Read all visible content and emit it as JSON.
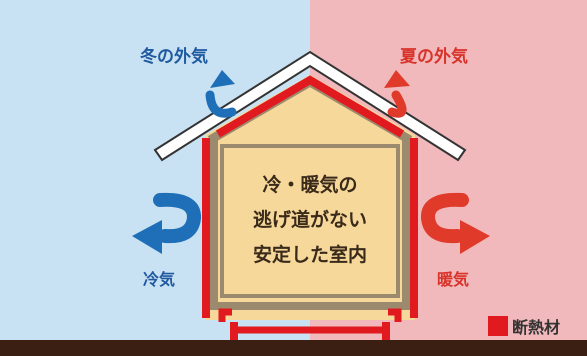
{
  "labels": {
    "winter_outside": "冬の外気",
    "summer_outside": "夏の外気",
    "cool_air": "冷気",
    "warm_air": "暖気",
    "interior_lines": [
      "冷・暖気の",
      "逃げ道がない",
      "安定した室内"
    ],
    "legend_insulation": "断熱材"
  },
  "colors": {
    "winter_bg": "#c9e2f3",
    "summer_bg": "#f1b9bc",
    "blue_arrow": "#1f6fb8",
    "red_arrow": "#e03a2a",
    "insulation": "#e11a1f",
    "wall_frame": "#9c8a6e",
    "interior": "#f6d89a",
    "ground": "#3b1f12",
    "winter_text": "#1f5aa0",
    "summer_text": "#d8332a"
  }
}
